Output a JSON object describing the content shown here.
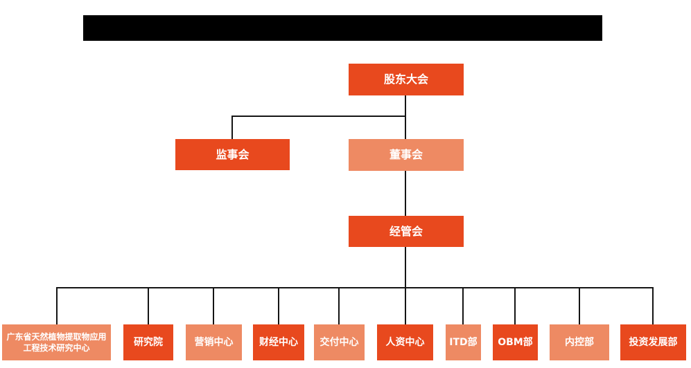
{
  "colors": {
    "primary_orange": "#E8491E",
    "secondary_salmon": "#EE8A63",
    "connector_line": "#141414",
    "node_text": "#ffffff",
    "redacted_bar": "#000000"
  },
  "org": {
    "root": {
      "label": "股东大会"
    },
    "level2": [
      {
        "label": "监事会"
      },
      {
        "label": "董事会"
      }
    ],
    "level3": {
      "label": "经管会"
    },
    "departments": [
      {
        "label": "广东省天然植物提取物应用工程技术研究中心"
      },
      {
        "label": "研究院"
      },
      {
        "label": "营销中心"
      },
      {
        "label": "财经中心"
      },
      {
        "label": "交付中心"
      },
      {
        "label": "人资中心"
      },
      {
        "label": "ITD部"
      },
      {
        "label": "OBM部"
      },
      {
        "label": "内控部"
      },
      {
        "label": "投资发展部"
      }
    ]
  }
}
